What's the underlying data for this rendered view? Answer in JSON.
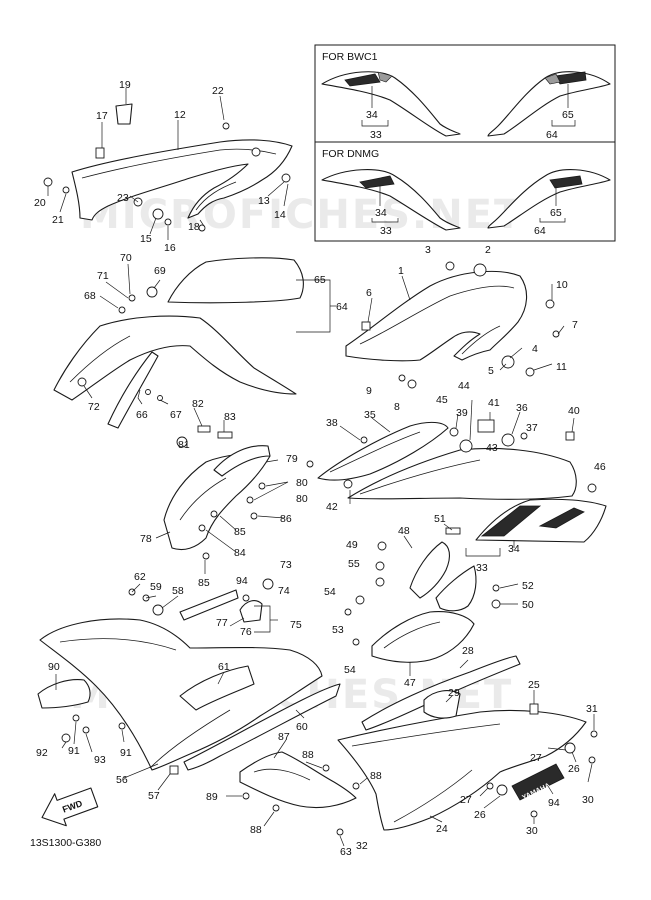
{
  "diagram_code": "13S1300-G380",
  "watermarks": [
    "MICROFICHES.NET",
    "MICROFICHES.NET"
  ],
  "fwd_label": "FWD",
  "inset_boxes": [
    {
      "title": "FOR BWC1",
      "labels": [
        "34",
        "33",
        "65",
        "64"
      ]
    },
    {
      "title": "FOR DNMG",
      "labels": [
        "34",
        "33",
        "65",
        "64"
      ]
    }
  ],
  "part_labels": [
    "1",
    "2",
    "3",
    "4",
    "5",
    "6",
    "7",
    "8",
    "9",
    "10",
    "11",
    "12",
    "13",
    "14",
    "15",
    "16",
    "17",
    "18",
    "19",
    "20",
    "21",
    "22",
    "23",
    "24",
    "25",
    "26",
    "26",
    "27",
    "27",
    "28",
    "29",
    "30",
    "30",
    "31",
    "32",
    "33",
    "34",
    "35",
    "36",
    "37",
    "38",
    "39",
    "40",
    "41",
    "42",
    "43",
    "44",
    "45",
    "46",
    "47",
    "48",
    "49",
    "50",
    "51",
    "52",
    "53",
    "54",
    "54",
    "55",
    "56",
    "57",
    "58",
    "59",
    "60",
    "61",
    "62",
    "63",
    "64",
    "65",
    "66",
    "67",
    "68",
    "69",
    "70",
    "71",
    "72",
    "73",
    "74",
    "75",
    "76",
    "77",
    "78",
    "79",
    "80",
    "80",
    "81",
    "82",
    "83",
    "84",
    "85",
    "85",
    "86",
    "87",
    "88",
    "88",
    "88",
    "89",
    "90",
    "91",
    "91",
    "92",
    "93",
    "94",
    "94"
  ],
  "decal_text": "YAMAHA"
}
